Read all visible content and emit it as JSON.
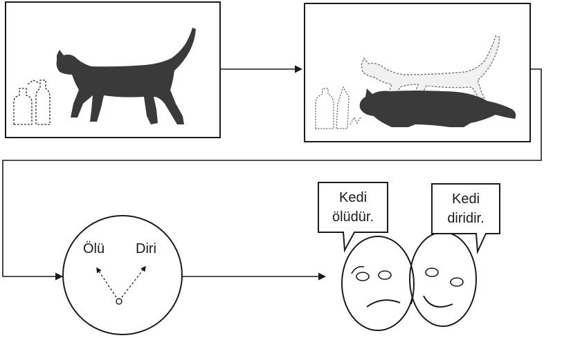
{
  "circle": {
    "left_label": "Ölü",
    "right_label": "Diri"
  },
  "speech": {
    "left_line1": "Kedi",
    "left_line2": "ölüdür.",
    "right_line1": "Kedi",
    "right_line2": "diridir."
  },
  "colors": {
    "ink": "#1a1a1a",
    "cat": "#3a3a3a",
    "ghost": "#777777",
    "paper": "#ffffff"
  }
}
